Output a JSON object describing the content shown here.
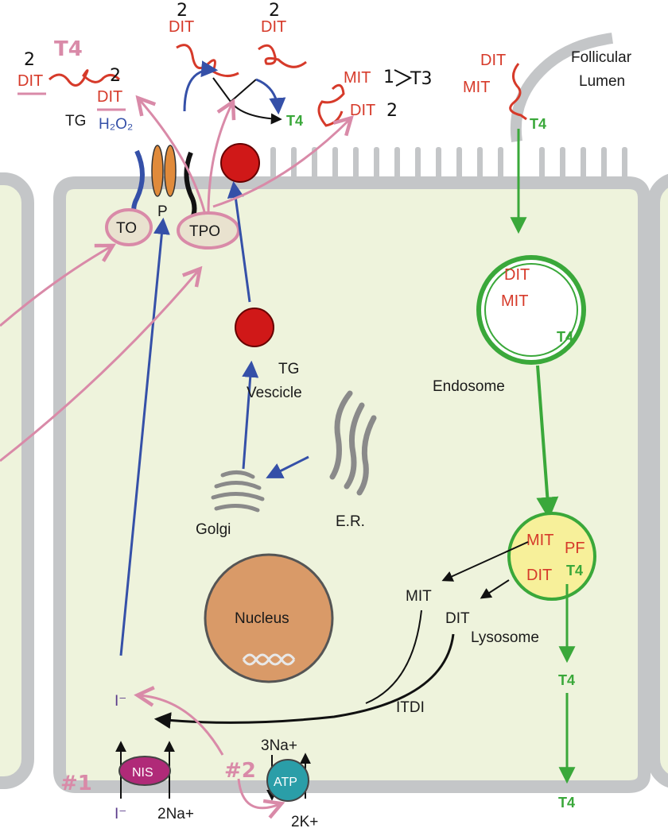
{
  "lumen": {
    "label_line1": "Follicular",
    "label_line2": "Lumen"
  },
  "top_left": {
    "dit": "DIT",
    "dit2": "DIT",
    "tg": "TG",
    "h2o2": "H₂O₂",
    "hand_2a": "2",
    "hand_2b": "2",
    "hand_t4": "T4"
  },
  "top_center": {
    "dit_a": "DIT",
    "dit_b": "DIT",
    "hand_2a": "2",
    "hand_2b": "2",
    "t4": "T4"
  },
  "top_right_chain": {
    "mit": "MIT",
    "dit": "DIT",
    "hand_1": "1",
    "hand_t3": "T3",
    "hand_2": "2"
  },
  "lumen_tg": {
    "dit": "DIT",
    "mit": "MIT",
    "t4": "T4"
  },
  "membrane": {
    "to": "TO",
    "p": "P",
    "tpo": "TPO"
  },
  "vesicle": {
    "line1": "TG",
    "line2": "Vescicle"
  },
  "organelles": {
    "golgi": "Golgi",
    "er": "E.R.",
    "nucleus": "Nucleus"
  },
  "endosome": {
    "dit": "DIT",
    "mit": "MIT",
    "t4": "T4",
    "label": "Endosome"
  },
  "lysosome": {
    "mit": "MIT",
    "pf": "PF",
    "dit": "DIT",
    "t4": "T4",
    "label": "Lysosome"
  },
  "cytoplasm": {
    "mit": "MIT",
    "dit": "DIT",
    "itdi": "ITDI",
    "iodide": "I⁻",
    "t4_a": "T4",
    "t4_b": "T4"
  },
  "basal": {
    "nis": "NIS",
    "i_minus": "I⁻",
    "na2": "2Na+",
    "atp": "ATP",
    "na3": "3Na+",
    "k2": "2K+",
    "hand_1": "#1",
    "hand_2": "#2"
  },
  "colors": {
    "cell_fill": "#eef3dc",
    "cell_border": "#c4c6c8",
    "pink": "#d98aa8",
    "blue": "#3550a8",
    "green": "#3aa83a",
    "red": "#d63a2a",
    "nucleus": "#d99a68",
    "lysosome": "#f7f09a",
    "nis": "#b02a78",
    "atp": "#2a9ea8"
  }
}
